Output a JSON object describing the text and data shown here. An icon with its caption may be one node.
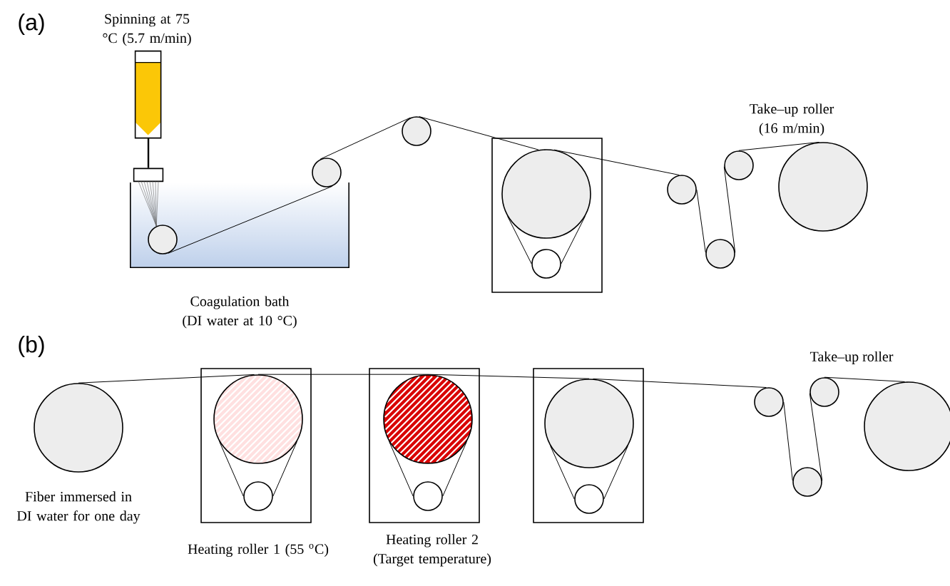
{
  "diagram": {
    "nodes": [
      {
        "text": [],
        "shape": "syringe",
        "beside": [
          "Spinning at 75 °C (5.7 m/min)"
        ]
      },
      {
        "text": [],
        "shape": "box",
        "beside": [
          "Coagulation bath (DI water at 10 °C)"
        ]
      },
      {
        "text": [],
        "shape": "circle",
        "in": 1
      },
      {
        "text": [],
        "shape": "circle"
      },
      {
        "text": [],
        "shape": "circle"
      },
      {
        "text": [],
        "shape": "box"
      },
      {
        "text": [],
        "shape": "circle",
        "in": 5
      },
      {
        "text": [],
        "shape": "circle",
        "in": 5
      },
      {
        "text": [],
        "shape": "circle"
      },
      {
        "text": [],
        "shape": "circle"
      },
      {
        "text": [],
        "shape": "circle"
      },
      {
        "text": [],
        "shape": "circle",
        "beside": [
          "Take–up roller (16 m/min)"
        ]
      },
      {
        "text": [],
        "shape": "circle",
        "beside": [
          "Fiber immersed in DI water for one day"
        ]
      },
      {
        "text": [],
        "shape": "box",
        "beside": [
          "Heating roller 1 (55 $^{o}$C)"
        ]
      },
      {
        "text": [],
        "shape": "circle",
        "in": 13
      },
      {
        "text": [],
        "shape": "circle",
        "in": 13
      },
      {
        "text": [],
        "shape": "box",
        "beside": [
          "Heating roller 2 (Target temperature)"
        ]
      },
      {
        "text": [],
        "shape": "circle",
        "in": 16
      },
      {
        "text": [],
        "shape": "circle",
        "in": 16
      },
      {
        "text": [],
        "shape": "box"
      },
      {
        "text": [],
        "shape": "circle",
        "in": 19
      },
      {
        "text": [],
        "shape": "circle",
        "in": 19
      },
      {
        "text": [],
        "shape": "circle"
      },
      {
        "text": [],
        "shape": "circle"
      },
      {
        "text": [],
        "shape": "circle"
      },
      {
        "text": [],
        "shape": "circle",
        "beside": [
          "Take–up roller"
        ]
      }
    ],
    "edges": [
      {
        "from": 0,
        "to": 2,
        "arrow": "none",
        "color": "#666666"
      },
      {
        "from": 2,
        "to": 3,
        "arrow": "none"
      },
      {
        "from": 3,
        "to": 4,
        "arrow": "none"
      },
      {
        "from": 4,
        "to": 6,
        "arrow": "none"
      },
      {
        "from": 6,
        "to": 8,
        "arrow": "none"
      },
      {
        "from": 8,
        "to": 9,
        "arrow": "none"
      },
      {
        "from": 9,
        "to": 10,
        "arrow": "none"
      },
      {
        "from": 10,
        "to": 11,
        "arrow": "none"
      },
      {
        "from": 6,
        "to": 7,
        "arrow": "none"
      },
      {
        "from": 6,
        "to": 7,
        "arrow": "none"
      },
      {
        "from": 12,
        "to": 14,
        "arrow": "none"
      },
      {
        "from": 14,
        "to": 17,
        "arrow": "none"
      },
      {
        "from": 17,
        "to": 20,
        "arrow": "none"
      },
      {
        "from": 20,
        "to": 22,
        "arrow": "none"
      },
      {
        "from": 22,
        "to": 23,
        "arrow": "none"
      },
      {
        "from": 23,
        "to": 24,
        "arrow": "none"
      },
      {
        "from": 24,
        "to": 25,
        "arrow": "none"
      },
      {
        "from": 14,
        "to": 15,
        "arrow": "none"
      },
      {
        "from": 14,
        "to": 15,
        "arrow": "none"
      },
      {
        "from": 17,
        "to": 18,
        "arrow": "none"
      },
      {
        "from": 17,
        "to": 18,
        "arrow": "none"
      },
      {
        "from": 20,
        "to": 21,
        "arrow": "none"
      },
      {
        "from": 20,
        "to": 21,
        "arrow": "none"
      }
    ],
    "labels": [
      "(a)",
      "(b)"
    ]
  }
}
